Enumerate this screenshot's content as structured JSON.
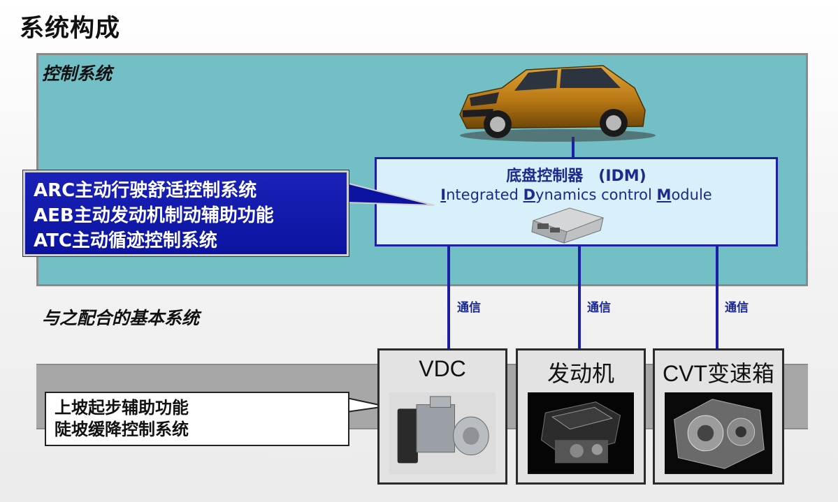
{
  "page": {
    "title": "系统构成"
  },
  "control_section": {
    "label": "控制系统"
  },
  "basic_section": {
    "label": "与之配合的基本系统"
  },
  "idm": {
    "title": "底盘控制器　(IDM)",
    "subtitle_parts": [
      "I",
      "ntegrated ",
      "D",
      "ynamics control ",
      "M",
      "odule"
    ]
  },
  "arc_callout": {
    "lines": [
      "ARC主动行驶舒适控制系统",
      "AEB主动发动机制动辅助功能",
      "ATC主动循迹控制系统"
    ]
  },
  "assist_callout": {
    "lines": [
      "上坡起步辅助功能",
      "陡坡缓降控制系统"
    ]
  },
  "links": [
    {
      "label": "通信"
    },
    {
      "label": "通信"
    },
    {
      "label": "通信"
    }
  ],
  "units": [
    {
      "title": "VDC",
      "icon": "vdc-module-image"
    },
    {
      "title": "发动机",
      "icon": "engine-image"
    },
    {
      "title": "CVT变速箱",
      "icon": "cvt-gearbox-image"
    }
  ],
  "colors": {
    "teal_panel": "#72bfc6",
    "navy": "#1c1ea8",
    "idm_fill": "#d8f0fa",
    "callout_blue": "#0b13a0"
  }
}
